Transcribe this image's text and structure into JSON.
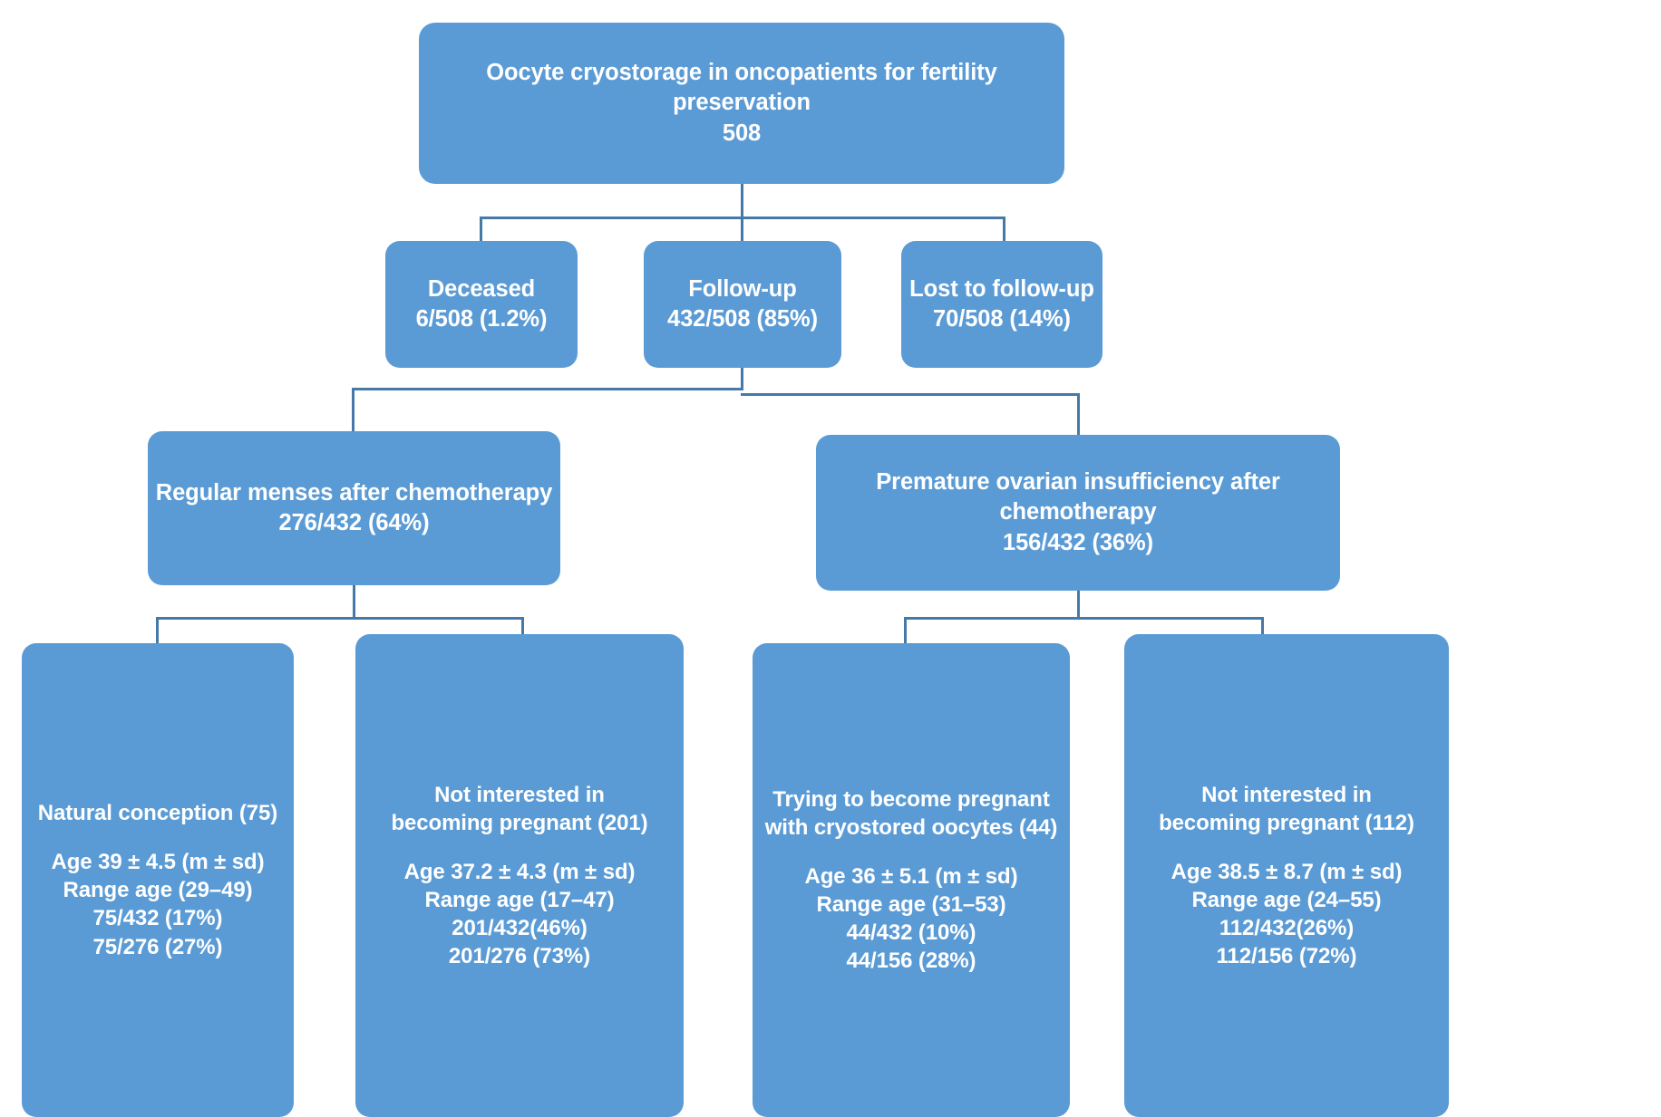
{
  "diagram": {
    "type": "flowchart",
    "title": "Oocyte cryostorage in oncopatients for fertility preservation",
    "accent_color": "#5B9BD5",
    "connector_color": "#4579A8",
    "text_color": "#FFFFFF"
  },
  "nodes": {
    "root": {
      "label": "Oocyte cryostorage in oncopatients for fertility preservation",
      "value": "508"
    },
    "deceased": {
      "label": "Deceased",
      "value": "6/508 (1.2%)"
    },
    "follow_up": {
      "label": "Follow-up",
      "value": "432/508 (85%)"
    },
    "lost_to_follow_up": {
      "label": "Lost to follow-up",
      "value": "70/508 (14%)"
    },
    "regular_menses": {
      "label": "Regular menses after chemotherapy",
      "value": "276/432 (64%)"
    },
    "premature_ovarian_insufficiency": {
      "label_line1": "Premature ovarian insufficiency after",
      "label_line2": "chemotherapy",
      "value": "156/432 (36%)"
    },
    "natural_conception": {
      "label": "Natural conception (75)",
      "age": "Age 39 ± 4.5 (m ± sd)",
      "range": "Range age (29–49)",
      "ratio_total": "75/432 (17%)",
      "ratio_subgroup": "75/276 (27%)"
    },
    "not_interested_left": {
      "label_line1": "Not interested in",
      "label_line2": "becoming pregnant (201)",
      "age": "Age 37.2 ± 4.3 (m ± sd)",
      "range": "Range age (17–47)",
      "ratio_total": "201/432(46%)",
      "ratio_subgroup": "201/276 (73%)"
    },
    "trying_pregnant": {
      "label_line1": "Trying to become pregnant",
      "label_line2": "with cryostored oocytes (44)",
      "age": "Age 36 ± 5.1 (m ± sd)",
      "range": "Range age (31–53)",
      "ratio_total": "44/432 (10%)",
      "ratio_subgroup": "44/156 (28%)"
    },
    "not_interested_right": {
      "label_line1": "Not interested in",
      "label_line2": "becoming pregnant (112)",
      "age": "Age 38.5 ± 8.7 (m ± sd)",
      "range": "Range age (24–55)",
      "ratio_total": "112/432(26%)",
      "ratio_subgroup": "112/156 (72%)"
    }
  }
}
